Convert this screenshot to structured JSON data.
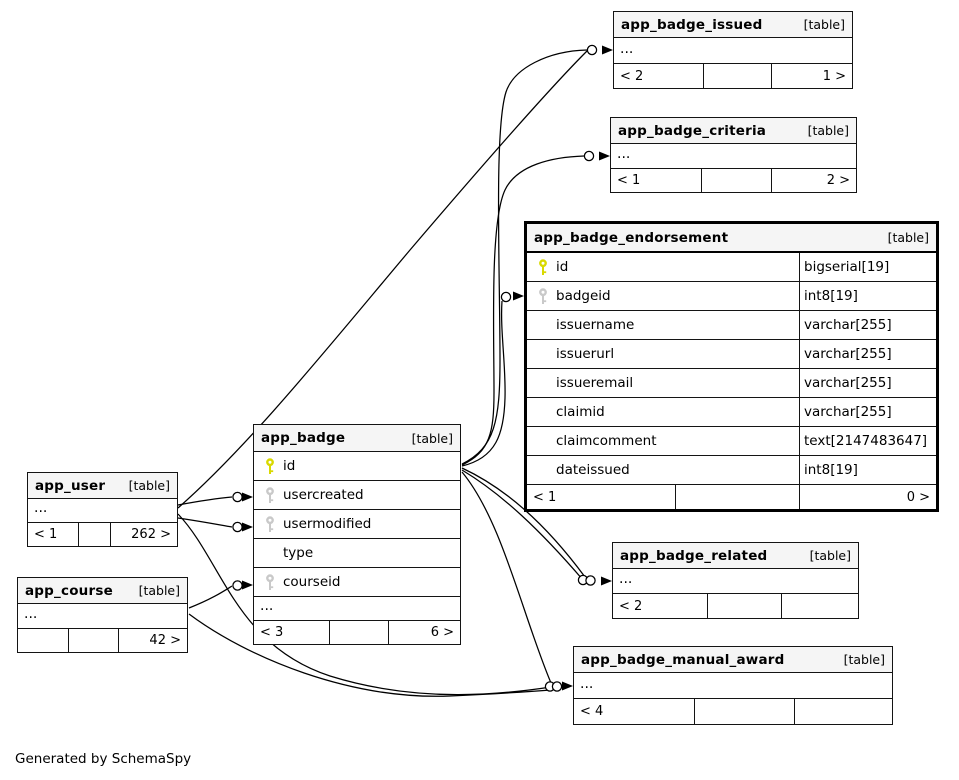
{
  "note": "Generated by SchemaSpy",
  "colors": {
    "header_bg": "#f5f5f5",
    "border": "#141414",
    "edge": "#000000",
    "pk_key": "#d9d900",
    "fk_key": "#c9c9c9"
  },
  "icons": {
    "primary_key": "key-icon-yellow",
    "foreign_key": "key-icon-gray"
  },
  "tables": {
    "user": {
      "name": "app_user",
      "tag": "[table]",
      "ellipsis": "...",
      "footer": {
        "left": "< 1",
        "mid": "",
        "right": "262 >"
      }
    },
    "course": {
      "name": "app_course",
      "tag": "[table]",
      "ellipsis": "...",
      "footer": {
        "left": "",
        "mid": "",
        "right": "42 >"
      }
    },
    "badge": {
      "name": "app_badge",
      "tag": "[table]",
      "columns": [
        {
          "name": "id",
          "key": "pk"
        },
        {
          "name": "usercreated",
          "key": "fk"
        },
        {
          "name": "usermodified",
          "key": "fk"
        },
        {
          "name": "type",
          "key": ""
        },
        {
          "name": "courseid",
          "key": "fk"
        }
      ],
      "ellipsis": "...",
      "footer": {
        "left": "< 3",
        "mid": "",
        "right": "6 >"
      }
    },
    "issued": {
      "name": "app_badge_issued",
      "tag": "[table]",
      "ellipsis": "...",
      "footer": {
        "left": "< 2",
        "mid": "",
        "right": "1 >"
      }
    },
    "criteria": {
      "name": "app_badge_criteria",
      "tag": "[table]",
      "ellipsis": "...",
      "footer": {
        "left": "< 1",
        "mid": "",
        "right": "2 >"
      }
    },
    "endorsement": {
      "name": "app_badge_endorsement",
      "tag": "[table]",
      "columns": [
        {
          "name": "id",
          "type": "bigserial[19]",
          "key": "pk"
        },
        {
          "name": "badgeid",
          "type": "int8[19]",
          "key": "fk"
        },
        {
          "name": "issuername",
          "type": "varchar[255]",
          "key": ""
        },
        {
          "name": "issuerurl",
          "type": "varchar[255]",
          "key": ""
        },
        {
          "name": "issueremail",
          "type": "varchar[255]",
          "key": ""
        },
        {
          "name": "claimid",
          "type": "varchar[255]",
          "key": ""
        },
        {
          "name": "claimcomment",
          "type": "text[2147483647]",
          "key": ""
        },
        {
          "name": "dateissued",
          "type": "int8[19]",
          "key": ""
        }
      ],
      "footer": {
        "left": "< 1",
        "mid": "",
        "right": "0 >"
      }
    },
    "related": {
      "name": "app_badge_related",
      "tag": "[table]",
      "ellipsis": "...",
      "footer": {
        "left": "< 2",
        "mid": "",
        "right": ""
      }
    },
    "manual": {
      "name": "app_badge_manual_award",
      "tag": "[table]",
      "ellipsis": "...",
      "footer": {
        "left": "< 4",
        "mid": "",
        "right": ""
      }
    }
  },
  "relationships": [
    {
      "from": "app_user",
      "to": "app_badge.usercreated"
    },
    {
      "from": "app_user",
      "to": "app_badge.usermodified"
    },
    {
      "from": "app_course",
      "to": "app_badge.courseid"
    },
    {
      "from": "app_badge.id",
      "to": "app_badge_issued"
    },
    {
      "from": "app_user",
      "to": "app_badge_issued"
    },
    {
      "from": "app_badge.id",
      "to": "app_badge_criteria"
    },
    {
      "from": "app_badge.id",
      "to": "app_badge_endorsement.badgeid"
    },
    {
      "from": "app_badge.id",
      "to": "app_badge_related"
    },
    {
      "from": "app_badge.id",
      "to": "app_badge_related"
    },
    {
      "from": "app_badge.id",
      "to": "app_badge_manual_award"
    },
    {
      "from": "app_user",
      "to": "app_badge_manual_award"
    },
    {
      "from": "app_course",
      "to": "app_badge_manual_award"
    }
  ]
}
